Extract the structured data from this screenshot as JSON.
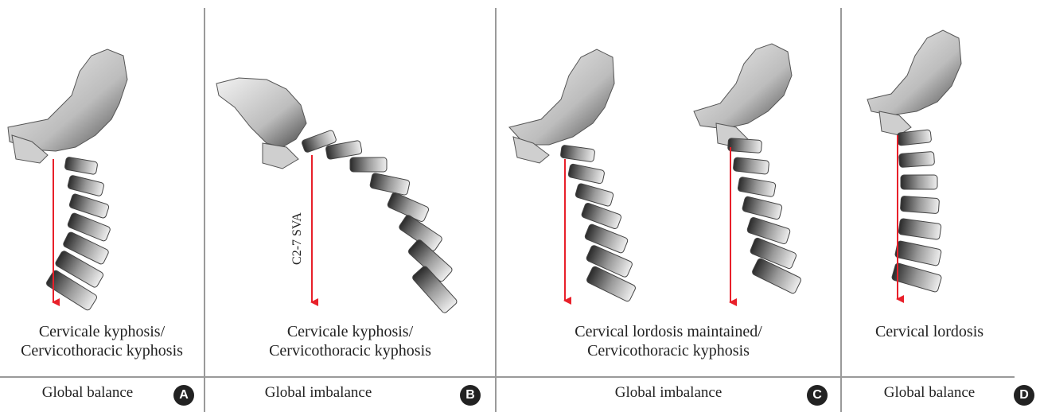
{
  "panels": [
    {
      "id": "A",
      "caption_line1": "Cervicale kyphosis/",
      "caption_line2": "Cervicothoracic kyphosis",
      "balance": "Global balance",
      "badge": "A"
    },
    {
      "id": "B",
      "caption_line1": "Cervicale kyphosis/",
      "caption_line2": "Cervicothoracic kyphosis",
      "balance": "Global imbalance",
      "badge": "B",
      "line_label": "C2-7 SVA"
    },
    {
      "id": "C",
      "caption_line1": "Cervical lordosis maintained/",
      "caption_line2": "Cervicothoracic kyphosis",
      "balance": "Global imbalance",
      "badge": "C"
    },
    {
      "id": "D",
      "caption_line1": "Cervical lordosis",
      "caption_line2": "",
      "balance": "Global balance",
      "badge": "D"
    }
  ],
  "colors": {
    "plumb_line": "#e8202a",
    "divider": "#9a9a9a",
    "badge": "#222222"
  }
}
